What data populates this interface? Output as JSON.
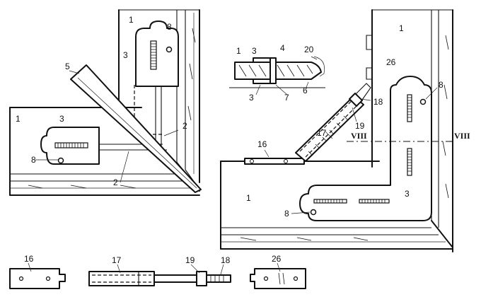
{
  "figure": {
    "labels": {
      "frame": "1",
      "plate": "3",
      "bore": "8",
      "wedge": "5",
      "joint": "2",
      "connector": "16",
      "sleeve": "17",
      "nut": "19",
      "bolt": "18",
      "corner_piece": "26",
      "detail_4": "4",
      "detail_6": "6",
      "detail_7": "7",
      "detail_20": "20",
      "section": "VIII"
    }
  }
}
